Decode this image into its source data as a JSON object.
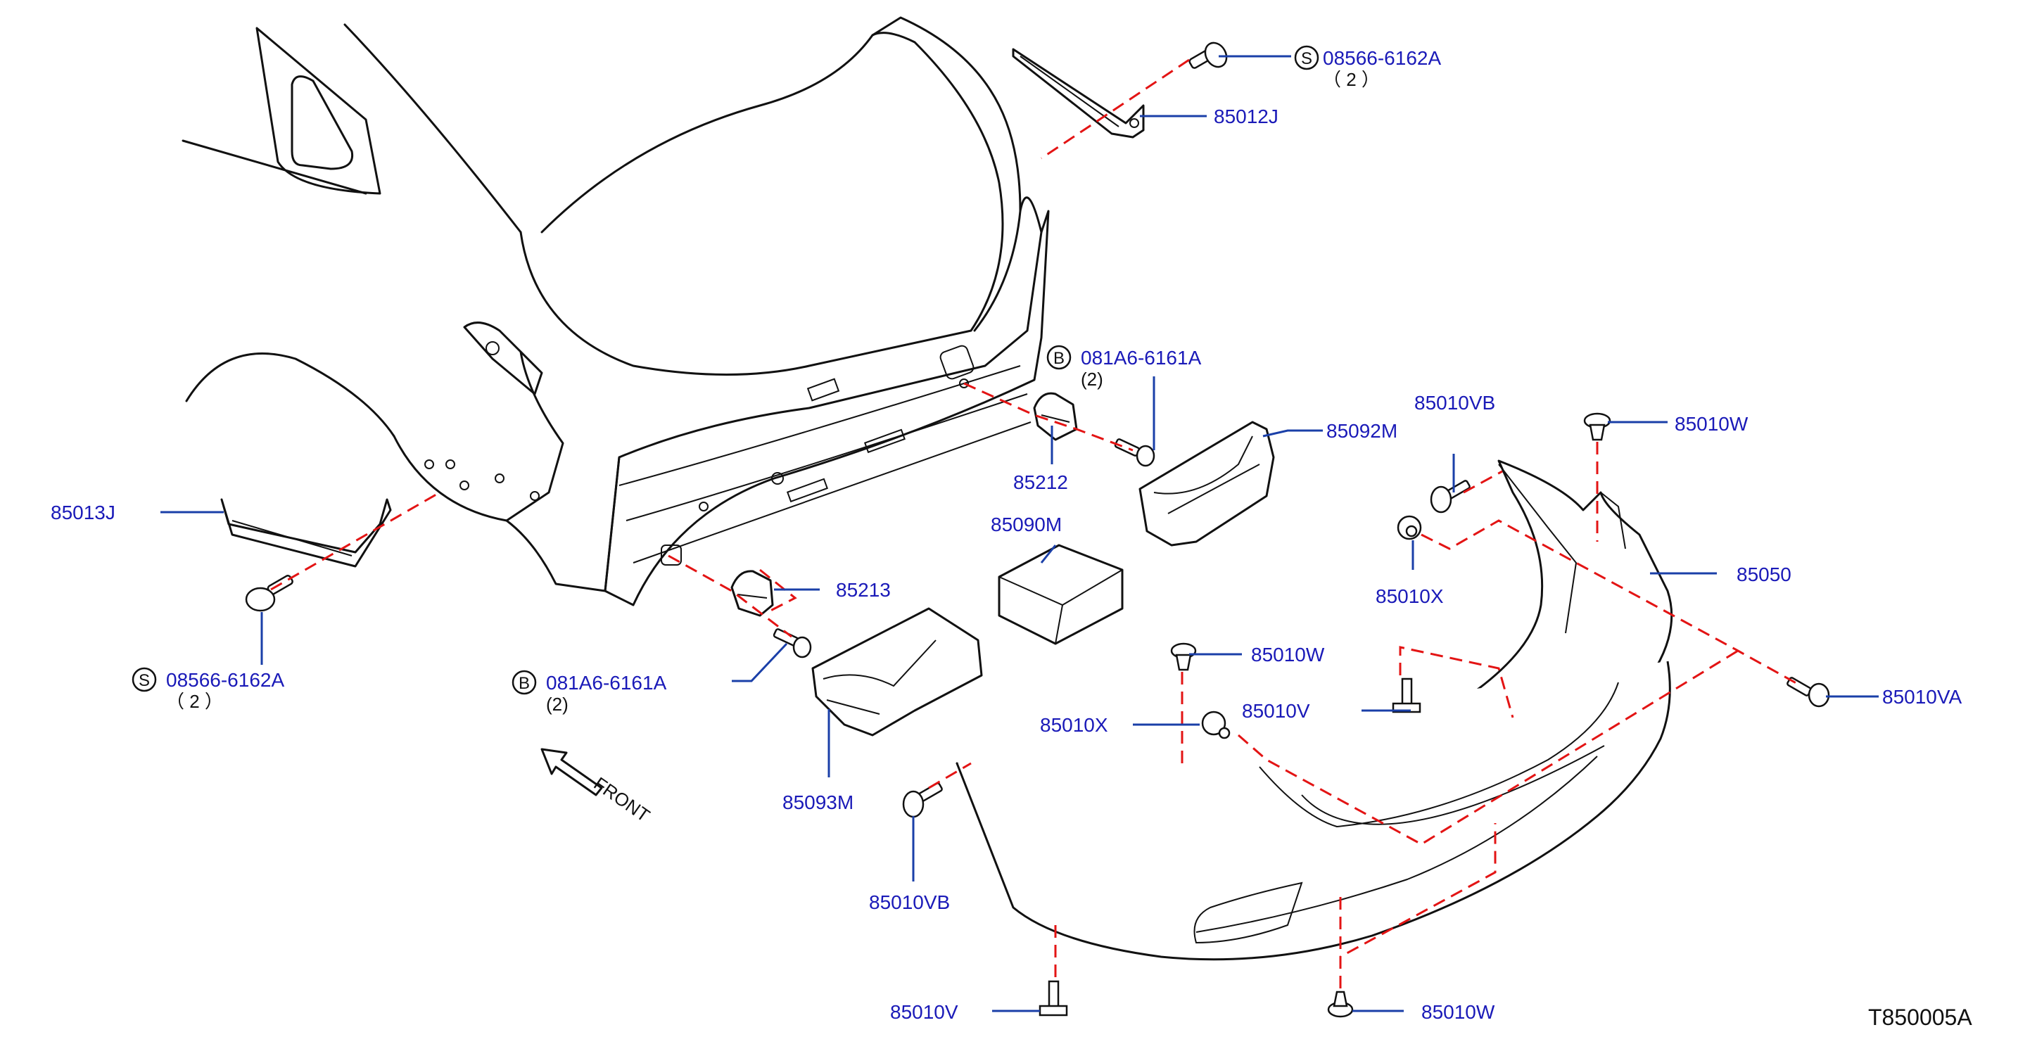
{
  "diagram_id": "T850005A",
  "front_label": "FRONT",
  "standard_parts": [
    {
      "id": "s-top",
      "symbol": "S",
      "part": "08566-6162A",
      "qty": "（ 2 ）"
    },
    {
      "id": "s-left",
      "symbol": "S",
      "part": "08566-6162A",
      "qty": "（ 2 ）"
    },
    {
      "id": "b-right",
      "symbol": "B",
      "part": "081A6-6161A",
      "qty": "(2)"
    },
    {
      "id": "b-left",
      "symbol": "B",
      "part": "081A6-6161A",
      "qty": "(2)"
    }
  ],
  "parts": {
    "p85012J": "85012J",
    "p85013J": "85013J",
    "p85212": "85212",
    "p85213": "85213",
    "p85092M": "85092M",
    "p85090M": "85090M",
    "p85093M": "85093M",
    "p85010VB_top": "85010VB",
    "p85010VB_bottom": "85010VB",
    "p85010W_top": "85010W",
    "p85010W_mid": "85010W",
    "p85010W_bottom": "85010W",
    "p85010X_top": "85010X",
    "p85010X_mid": "85010X",
    "p85010V_mid": "85010V",
    "p85010V_bottom": "85010V",
    "p85010VA": "85010VA",
    "p85050": "85050"
  }
}
